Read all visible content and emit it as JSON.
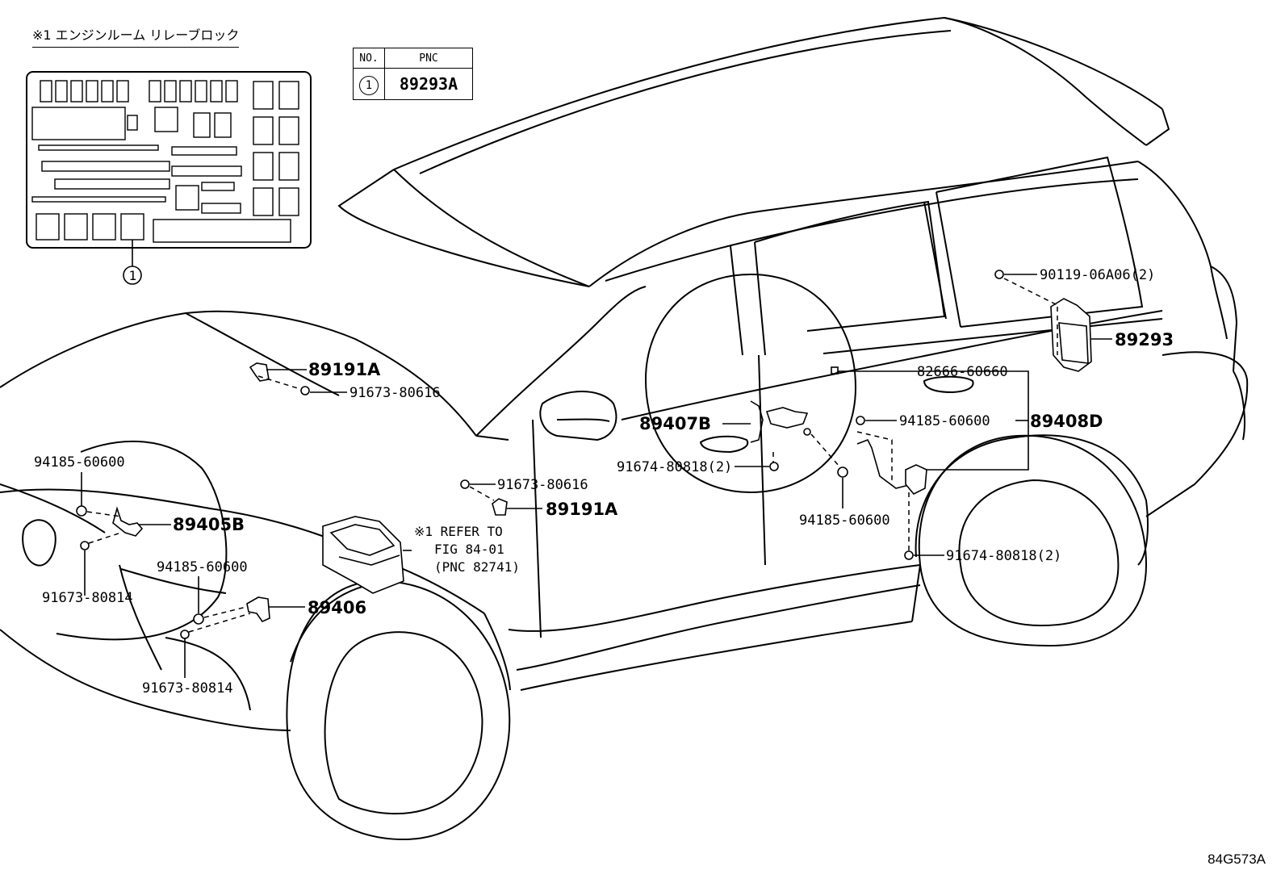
{
  "relay_block": {
    "header": "※1  エンジンルーム リレーブロック",
    "marker": "1"
  },
  "pnc_table": {
    "col_no": "NO.",
    "col_pnc": "PNC",
    "row_no": "1",
    "row_pnc": "89293A"
  },
  "refer_note": {
    "line1": "※1 REFER TO",
    "line2": "FIG 84-01",
    "line3": "(PNC 82741)"
  },
  "labels": {
    "p89191A_top": "89191A",
    "p91673_80616_top": "91673-80616",
    "p94185_60600_left": "94185-60600",
    "p89405B": "89405B",
    "p91673_80814_a": "91673-80814",
    "p94185_60600_mid": "94185-60600",
    "p89406": "89406",
    "p91673_80814_b": "91673-80814",
    "p91673_80616_mid": "91673-80616",
    "p89191A_mid": "89191A",
    "p89407B": "89407B",
    "p91674_80818_a": "91674-80818(2)",
    "p94185_60600_door": "94185-60600",
    "p82666_60660": "82666-60660",
    "p94185_60600_right": "94185-60600",
    "p89408D": "89408D",
    "p91674_80818_b": "91674-80818(2)",
    "p90119_06A06": "90119-06A06(2)",
    "p89293": "89293"
  },
  "figure_code": "84G573A"
}
